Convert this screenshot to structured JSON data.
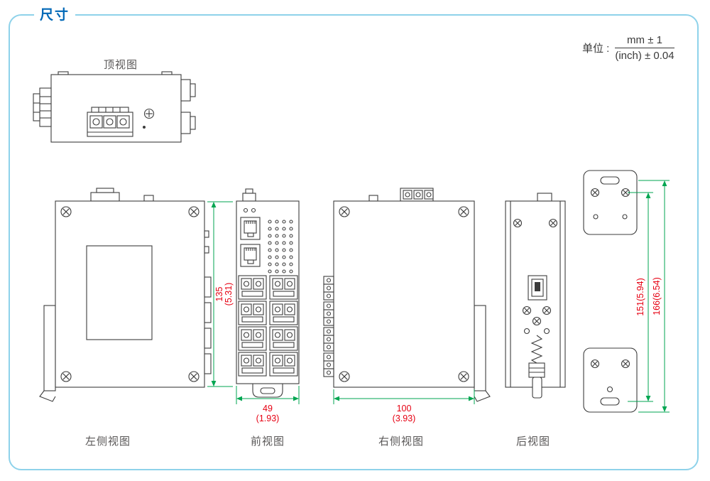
{
  "page": {
    "title": "尺寸",
    "unit_label": "单位 :",
    "unit_mm": "mm ± 1",
    "unit_inch": "(inch) ± 0.04"
  },
  "views": {
    "top": {
      "label": "顶视图"
    },
    "left": {
      "label": "左侧视图"
    },
    "front": {
      "label": "前视图"
    },
    "right": {
      "label": "右侧视图"
    },
    "rear": {
      "label": "后视图"
    }
  },
  "dimensions": {
    "height_mm": "135",
    "height_inch": "(5.31)",
    "front_width_mm": "49",
    "front_width_inch": "(1.93)",
    "right_width_mm": "100",
    "right_width_inch": "(3.93)",
    "bracket_hole_span": "151(5.94)",
    "bracket_outer_span": "166(6.54)"
  },
  "colors": {
    "frame_border": "#8ed2ea",
    "title_blue": "#0068b7",
    "dimension_red": "#e60012",
    "dimension_green": "#00a651",
    "line_dark": "#3c3c3c",
    "label_gray": "#595757"
  }
}
